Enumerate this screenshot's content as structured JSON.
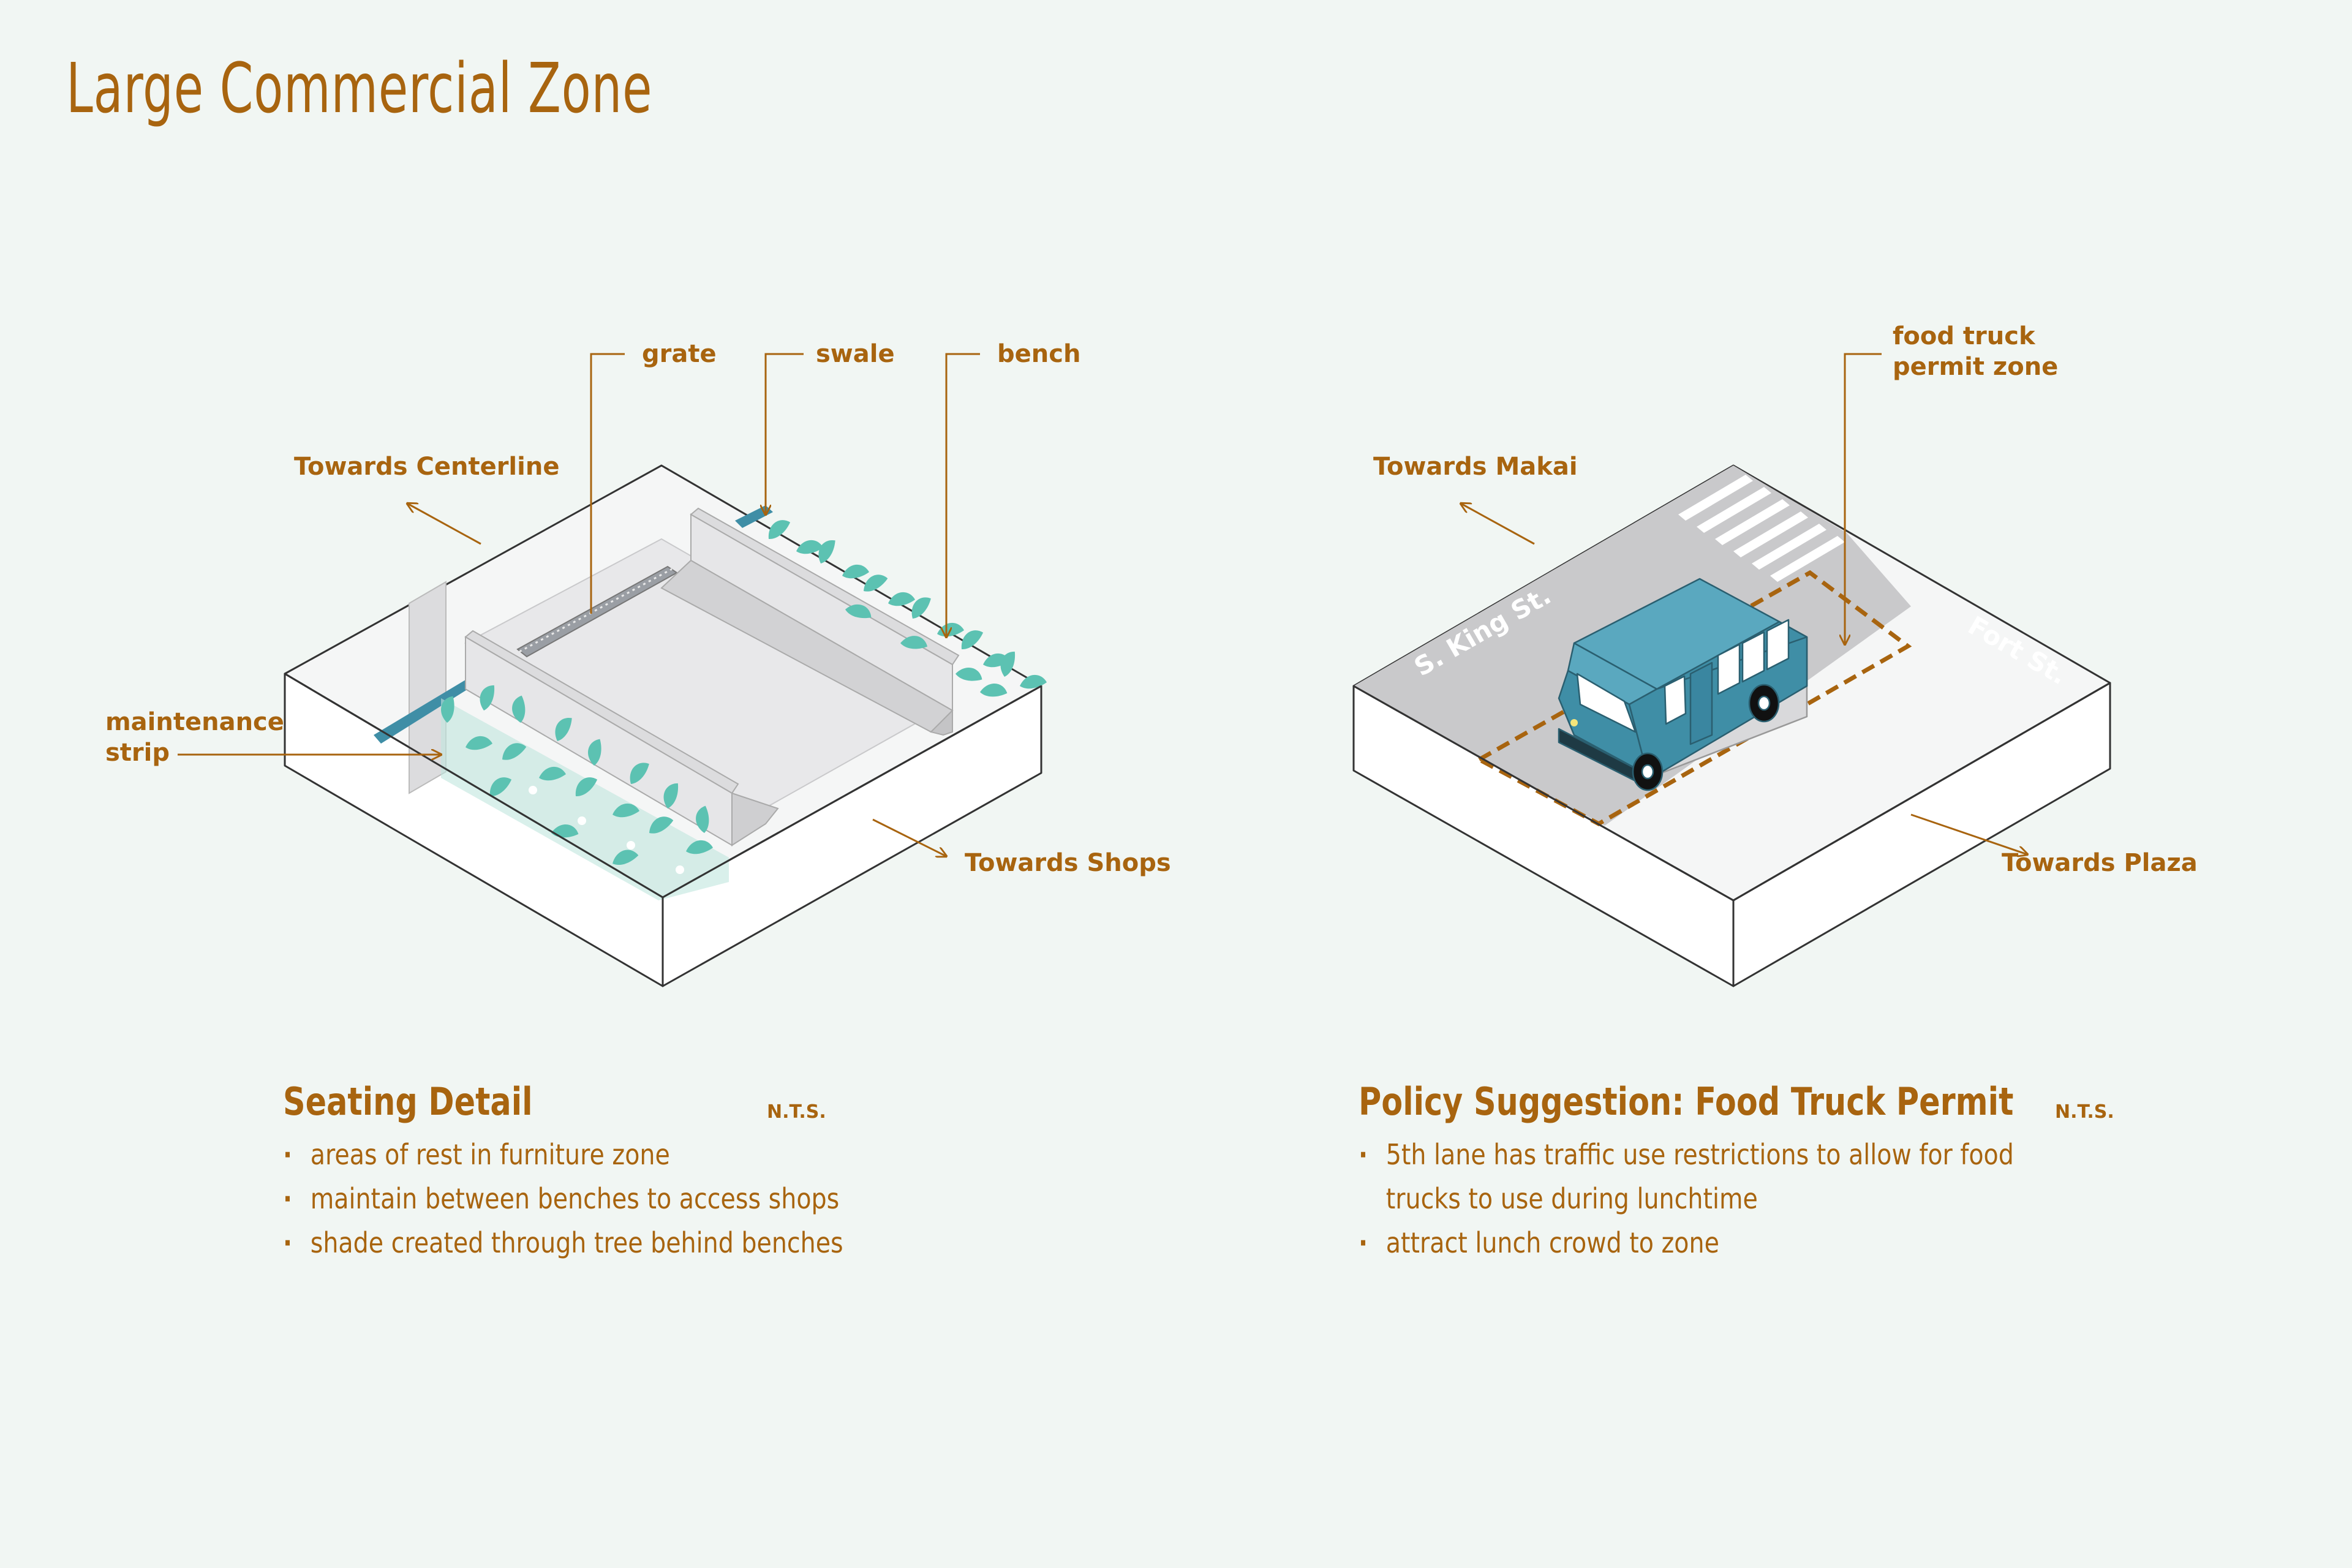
{
  "title": "Large Commercial Zone",
  "left_diagram": {
    "callouts": {
      "grate": "grate",
      "swale": "swale",
      "bench": "bench",
      "maintenance_line1": "maintenance",
      "maintenance_line2": "strip",
      "towards_centerline": "Towards Centerline",
      "towards_shops": "Towards Shops"
    },
    "caption": {
      "title": "Seating Detail",
      "nts": "N.T.S.",
      "bullets": [
        "areas of rest in furniture zone",
        "maintain between benches to access shops",
        "shade created through tree behind benches"
      ]
    }
  },
  "right_diagram": {
    "callouts": {
      "permit_line1": "food truck",
      "permit_line2": "permit zone",
      "towards_makai": "Towards Makai",
      "towards_plaza": "Towards Plaza",
      "street_king": "S. King St.",
      "street_fort": "Fort St."
    },
    "caption": {
      "title": "Policy Suggestion: Food Truck Permit",
      "nts": "N.T.S.",
      "bullet1_line1": "5th lane has traffic use restrictions to allow for food",
      "bullet1_line2": "trucks to use during lunchtime",
      "bullet2": "attract lunch crowd to zone"
    }
  },
  "colors": {
    "accent": "#a8640f",
    "background": "#f1f6f3",
    "truck": "#3f8ea6",
    "plant": "#5cc2b2",
    "road": "#c9c9cb"
  }
}
